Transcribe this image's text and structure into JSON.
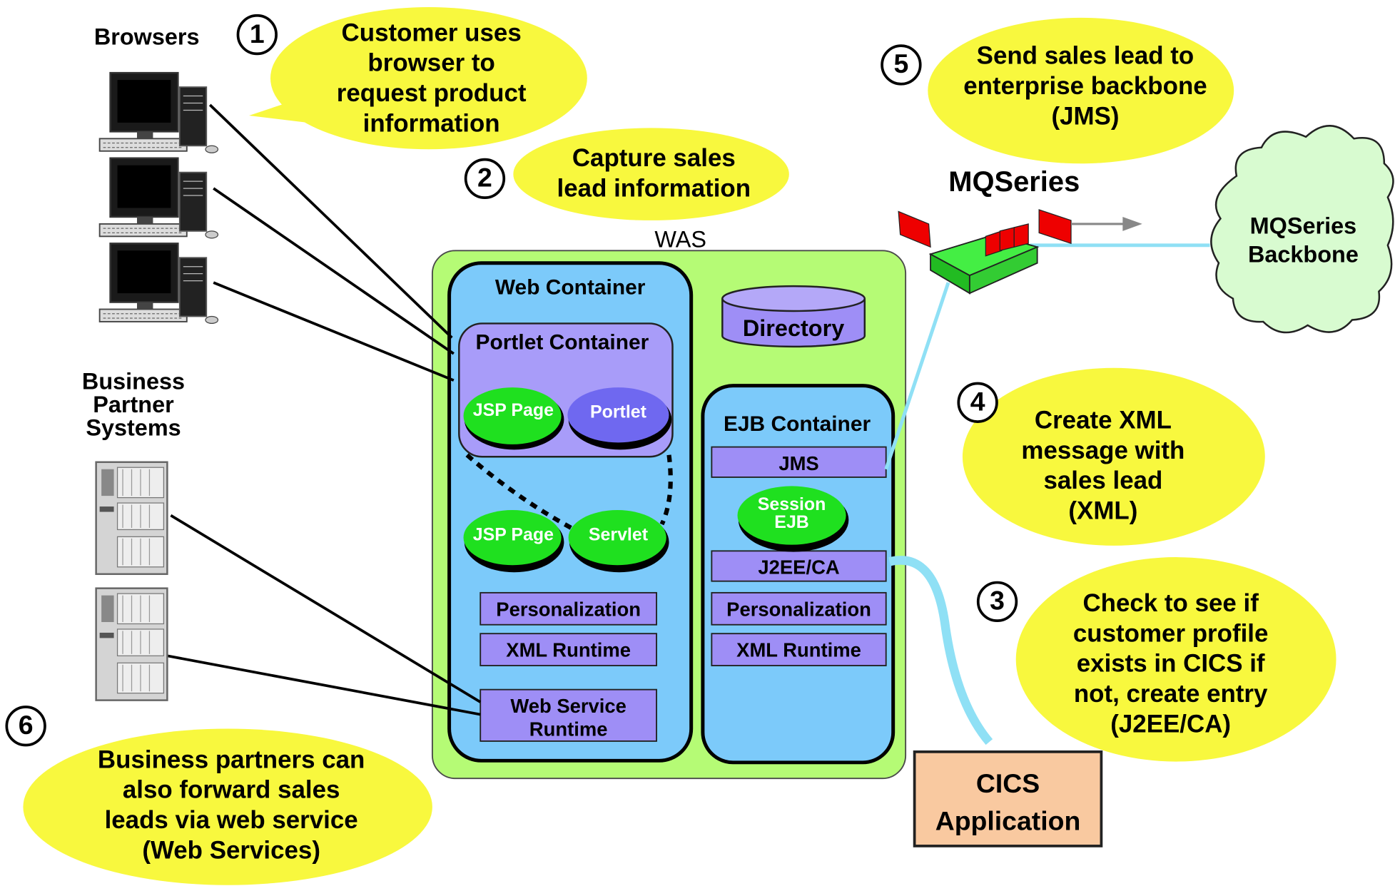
{
  "colors": {
    "callout_yellow": "#F8F83E",
    "was_green": "#B5FB75",
    "container_blue": "#7CCAFA",
    "portlet_purple": "#A89CF9",
    "component_purple": "#9E8EF6",
    "green_oval": "#1FE01F",
    "purple_oval": "#6F68F0",
    "cics_orange": "#F9C9A0",
    "cloud_green": "#D8FBD0",
    "connector_cyan": "#8FE0F5",
    "queue_red": "#EE0000",
    "queue_green": "#44EE44"
  },
  "callouts": {
    "c1": "Customer uses\nbrowser to\nrequest product\ninformation",
    "c2": "Capture sales\nlead information",
    "c3": "Check to see if\ncustomer profile\nexists in CICS if\nnot, create entry\n(J2EE/CA)",
    "c4": "Create XML\nmessage with\nsales lead\n(XML)",
    "c5": "Send sales lead to\nenterprise backbone\n(JMS)",
    "c6": "Business partners can\nalso forward sales\nleads via web service\n(Web Services)"
  },
  "steps": {
    "s1": "1",
    "s2": "2",
    "s3": "3",
    "s4": "4",
    "s5": "5",
    "s6": "6"
  },
  "labels": {
    "browsers": "Browsers",
    "business_partner": "Business\nPartner\nSystems",
    "was": "WAS",
    "mqseries": "MQSeries",
    "mq_backbone": "MQSeries\nBackbone",
    "cics": "CICS\nApplication"
  },
  "web_container": {
    "title": "Web Container",
    "portlet_container": "Portlet Container",
    "jsp_page_1": "JSP Page",
    "portlet": "Portlet",
    "jsp_page_2": "JSP Page",
    "servlet": "Servlet",
    "personalization": "Personalization",
    "xml_runtime": "XML Runtime",
    "web_service_runtime": "Web Service Runtime"
  },
  "directory": "Directory",
  "ejb_container": {
    "title": "EJB Container",
    "jms": "JMS",
    "session_ejb": "Session\nEJB",
    "j2eeca": "J2EE/CA",
    "personalization": "Personalization",
    "xml_runtime": "XML Runtime"
  },
  "icons": {
    "browser_pc": "desktop-computer-icon",
    "partner_server": "server-tower-icon",
    "queue": "message-queue-icon",
    "cloud": "cloud-icon"
  }
}
